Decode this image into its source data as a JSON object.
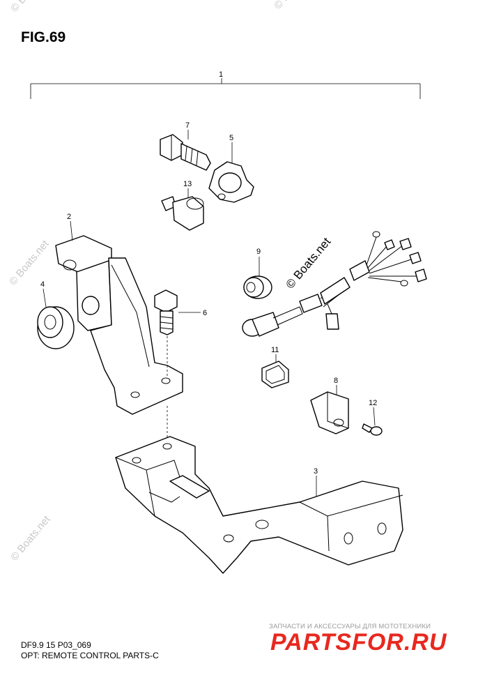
{
  "figure": {
    "title": "FIG.69",
    "model_code": "DF9.9 15 P03_069",
    "caption": "OPT: REMOTE CONTROL PARTS-C"
  },
  "callouts": {
    "c1": "1",
    "c2": "2",
    "c3": "3",
    "c4": "4",
    "c5": "5",
    "c6": "6",
    "c7": "7",
    "c8": "8",
    "c9": "9",
    "c11": "11",
    "c12": "12",
    "c13": "13"
  },
  "watermarks": {
    "boats": "© Boats.net"
  },
  "dealer": {
    "tagline": "ЗАПЧАСТИ И АКСЕССУАРЫ ДЛЯ МОТОТЕХНИКИ",
    "logo": "PARTSFOR.RU",
    "logo_color": "#e8281f"
  }
}
